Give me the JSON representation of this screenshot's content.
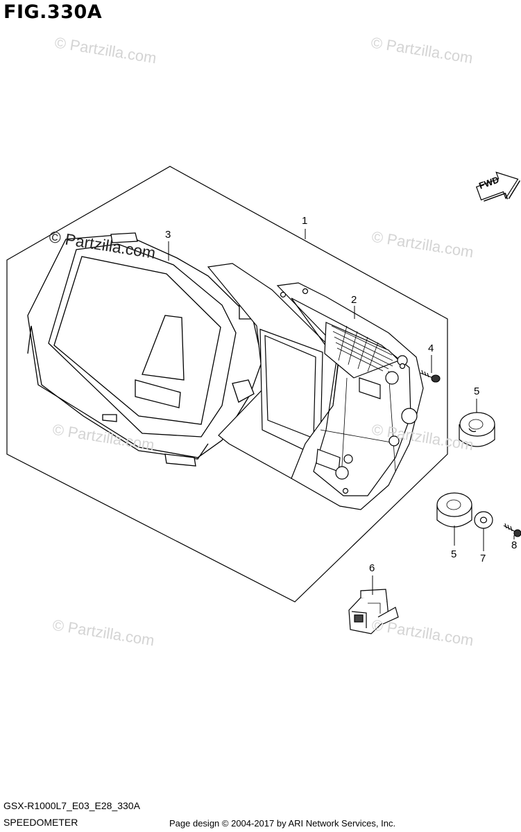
{
  "figure": {
    "title": "FIG.330A"
  },
  "watermark": {
    "text": "© Partzilla.com"
  },
  "callouts": [
    "1",
    "2",
    "3",
    "4",
    "5",
    "6",
    "5",
    "7",
    "8"
  ],
  "fwd_label": "FWD",
  "footer": {
    "model_code": "GSX-R1000L7_E03_E28_330A",
    "section_name": "SPEEDOMETER",
    "credit": "Page design © 2004-2017 by ARI Network Services, Inc."
  }
}
